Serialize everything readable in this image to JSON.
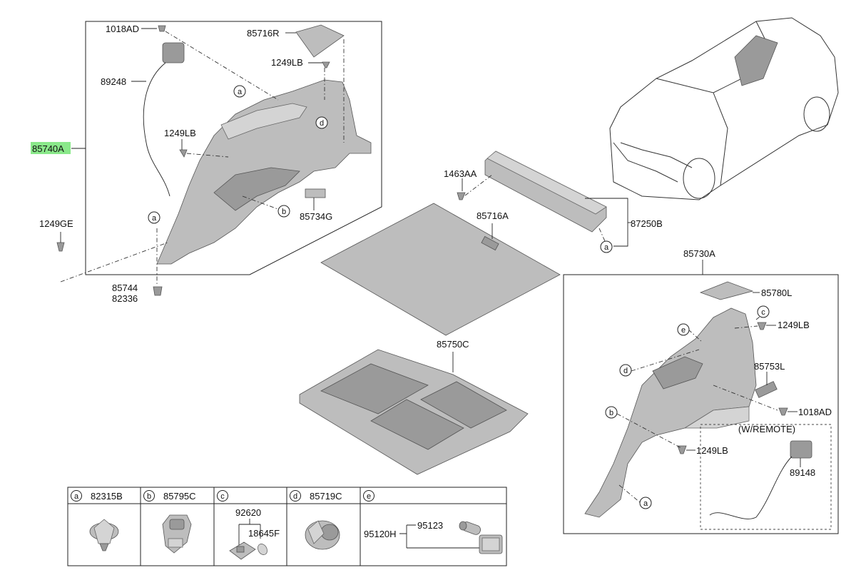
{
  "labels": {
    "p1018AD_top": "1018AD",
    "p85716R": "85716R",
    "p1249LB_top": "1249LB",
    "p89248": "89248",
    "p85740A": "85740A",
    "p1249LB_left": "1249LB",
    "p85734G": "85734G",
    "p1249GE": "1249GE",
    "p85744": "85744",
    "p82336": "82336",
    "p1463AA": "1463AA",
    "p85716A": "85716A",
    "p87250B": "87250B",
    "p85750C": "85750C",
    "p85730A": "85730A",
    "p85780L": "85780L",
    "p1249LB_r1": "1249LB",
    "p85753L": "85753L",
    "p1018AD_r": "1018AD",
    "p1249LB_r2": "1249LB",
    "wremote": "(W/REMOTE)",
    "p89148": "89148"
  },
  "callouts": {
    "a": "a",
    "b": "b",
    "c": "c",
    "d": "d",
    "e": "e"
  },
  "legend": {
    "a": {
      "key": "a",
      "part": "82315B"
    },
    "b": {
      "key": "b",
      "part": "85795C"
    },
    "c": {
      "key": "c",
      "parts": [
        "92620",
        "18645F"
      ]
    },
    "d": {
      "key": "d",
      "part": "85719C"
    },
    "e": {
      "key": "e",
      "parts": [
        "95120H",
        "95123"
      ]
    }
  },
  "colors": {
    "highlight": "#8ae88a",
    "part_fill": "#bdbdbd"
  }
}
